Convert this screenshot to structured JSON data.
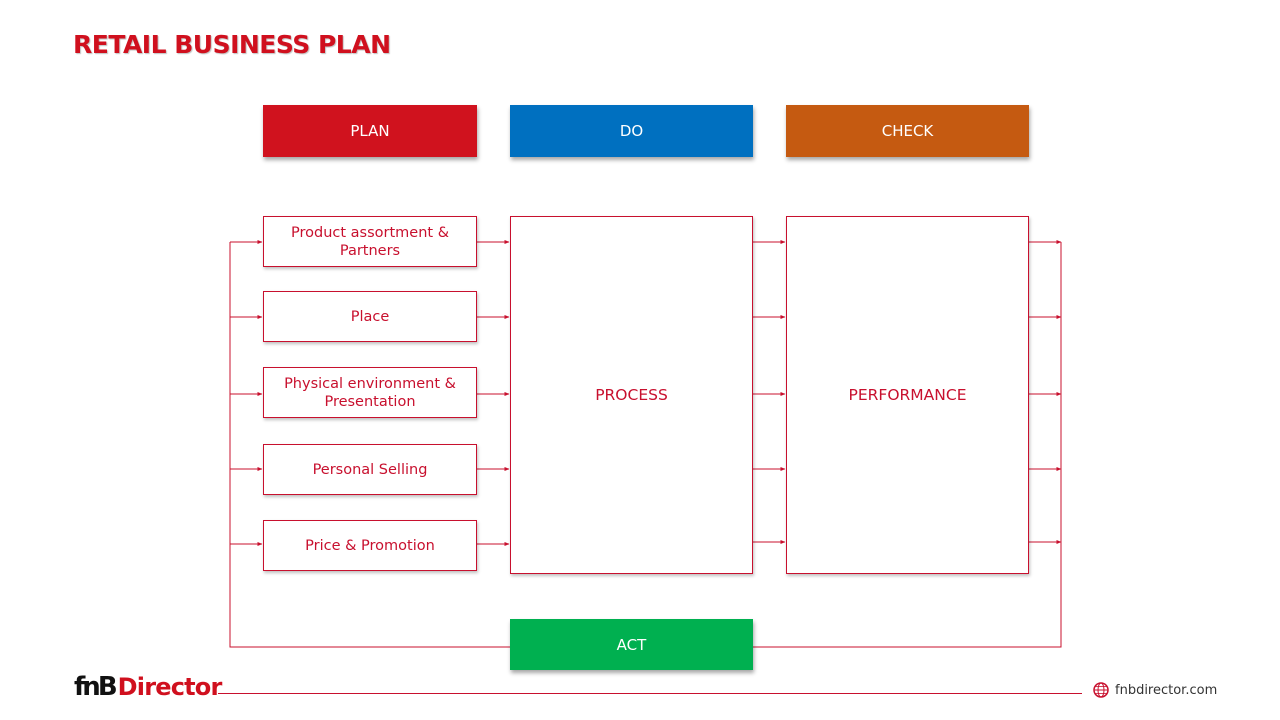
{
  "slide": {
    "title": "RETAIL BUSINESS PLAN"
  },
  "headers": {
    "plan": {
      "label": "PLAN",
      "color": "#d0121e"
    },
    "do": {
      "label": "DO",
      "color": "#0070c0"
    },
    "check": {
      "label": "CHECK",
      "color": "#c55a11"
    }
  },
  "plan_items": [
    {
      "label_line1": "Product assortment &",
      "label_line2": "Partners"
    },
    {
      "label_line1": "Place",
      "label_line2": ""
    },
    {
      "label_line1": "Physical environment &",
      "label_line2": "Presentation"
    },
    {
      "label_line1": "Personal Selling",
      "label_line2": ""
    },
    {
      "label_line1": "Price & Promotion",
      "label_line2": ""
    }
  ],
  "process": {
    "label": "PROCESS"
  },
  "performance": {
    "label": "PERFORMANCE"
  },
  "act": {
    "label": "ACT",
    "color": "#00b050"
  },
  "footer": {
    "logo_mark": "fnB",
    "logo_text": "Director",
    "website": "fnbdirector.com"
  },
  "colors": {
    "accent": "#c8102e"
  }
}
